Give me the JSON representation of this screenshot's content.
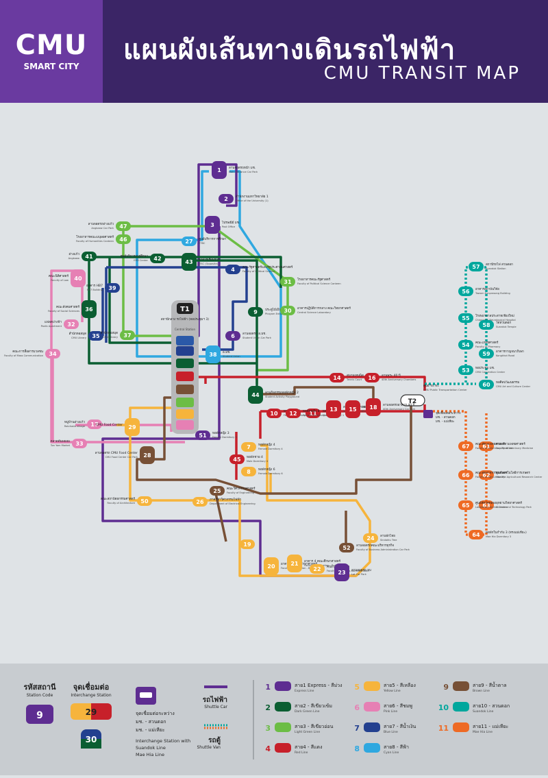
{
  "header": {
    "logo": "CMU",
    "logo_sub": "SMART CITY",
    "title_th": "แผนผังเส้นทางเดินรถไฟฟ้า",
    "title_en": "CMU TRANSIT MAP"
  },
  "hubs": {
    "t1": {
      "code": "T1",
      "name": "สถานีกลาง รถไฟฟ้า (หอประชุมฯ 3)",
      "en": "Central Station"
    },
    "t2": {
      "code": "T2",
      "name": "ศูนย์ รถ.รถ.",
      "en": "CMU Public Transportation Center"
    }
  },
  "stations": [
    {
      "n": "1",
      "c": "#5e2d91",
      "name": "ลานจอดรถหน้า มช.",
      "en": "Main Entrance Car Park"
    },
    {
      "n": "2",
      "c": "#5e2d91",
      "name": "สำนักงานมหาวิทยาลัย 1",
      "en": "Office of the University (1)"
    },
    {
      "n": "3",
      "c": "#5e2d91",
      "name": "ไปรษณีย์ มช.",
      "en": "Post Office"
    },
    {
      "n": "4",
      "c": "#23408f",
      "name": "คณะรัฐศาสตร์และรัฐประศาสนศาสตร์",
      "en": "Faculty of Political Science"
    },
    {
      "n": "6",
      "c": "#5e2d91",
      "name": "ลานจอดรถ อ.มช.",
      "en": "Student Union Car Park"
    },
    {
      "n": "7",
      "c": "#f6b43c",
      "name": "หอพักหญิง 4",
      "en": "Female Dormitory 4"
    },
    {
      "n": "8",
      "c": "#f6b43c",
      "name": "หอพักหญิง 6",
      "en": "Female Dormitory 6"
    },
    {
      "n": "9",
      "c": "#0b5e32",
      "name": "ประตูไม้เมิน",
      "en": "Phayom Entrance"
    },
    {
      "n": "10",
      "c": "#c7202a",
      "name": "หอพักหญิง 5",
      "en": "Female Dormitory 5"
    },
    {
      "n": "11",
      "c": "#c7202a",
      "name": "หอพักชาย 1",
      "en": "Male Dormitory 1"
    },
    {
      "n": "12",
      "c": "#c7202a",
      "name": "หอพักหญิง 8",
      "en": "Female Dormitory 8"
    },
    {
      "n": "13",
      "c": "#c7202a",
      "name": "สนามบาสเกตบอล",
      "en": "Volleyball Court"
    },
    {
      "n": "14",
      "c": "#c7202a",
      "name": "สนามเทนนิส",
      "en": "Tennis Court"
    },
    {
      "n": "15",
      "c": "#c7202a",
      "name": "หอพักเชียงรุ้ง",
      "en": "Rice Terraces"
    },
    {
      "n": "16",
      "c": "#c7202a",
      "name": "ลานพระ 40 ปี",
      "en": "40th Anniversary Chambers"
    },
    {
      "n": "17",
      "c": "#e680b4",
      "name": "หมู่บ้านอ่างแก้ว",
      "en": "Ratchada Village"
    },
    {
      "n": "18",
      "c": "#c7202a",
      "name": "ลานจอดรถอาคาร 40 ปี",
      "en": "40th Anniversary Car Park"
    },
    {
      "n": "19",
      "c": "#f6b43c",
      "name": "",
      "en": ""
    },
    {
      "n": "20",
      "c": "#f6b43c",
      "name": "อาคาร 1 คณะศึกษาศาสตร์",
      "en": "Faculty of Education - Building 1"
    },
    {
      "n": "21",
      "c": "#f6b43c",
      "name": "อาคาร 4 คณะศึกษาศาสตร์",
      "en": "Faculty of Education - Building 4"
    },
    {
      "n": "22",
      "c": "#f6b43c",
      "name": "คณะบริหารธุรกิจ",
      "en": "Faculty of Business Administration"
    },
    {
      "n": "23",
      "c": "#5e2d91",
      "name": "ลานจอดรถ ธบ",
      "en": "Lot Car Park"
    },
    {
      "n": "24",
      "c": "#f6b43c",
      "name": "ลานพักไทย",
      "en": "Sindaktu Tree"
    },
    {
      "n": "25",
      "c": "#775036",
      "name": "คณะวิศวกรรมศาสตร์",
      "en": "Faculty of Engineering"
    },
    {
      "n": "26",
      "c": "#f6b43c",
      "name": "ภาควิชาวิศวกรรมไฟฟ้า",
      "en": "Department of Electrical Engineering"
    },
    {
      "n": "27",
      "c": "#2fa8e0",
      "name": "ศูนย์บริการการศึกษา",
      "en": "ETBC"
    },
    {
      "n": "28",
      "c": "#775036",
      "name": "ลานจอดรถ CMU Food Center",
      "en": "CMU Food Center Car Park"
    },
    {
      "n": "29",
      "c": "#f6b43c",
      "name": "CMU Food Center",
      "en": ""
    },
    {
      "n": "30",
      "c": "#6cbd45",
      "name": "อาคารปฏิบัติการกลาง คณะวิทยาศาสตร์",
      "en": "Central Science Laboratory"
    },
    {
      "n": "31",
      "c": "#6cbd45",
      "name": "โรงอาหารคณะรัฐศาสตร์",
      "en": "Faculty of Political Science Canteen"
    },
    {
      "n": "32",
      "c": "#e680b4",
      "name": "แฟลตปางฟ้า",
      "en": "Panfa Apartment"
    },
    {
      "n": "33",
      "c": "#e680b4",
      "name": "ตลาดต้นพยอม",
      "en": "Ton Yom Market"
    },
    {
      "n": "34",
      "c": "#e680b4",
      "name": "คณะการสื่อสารมวลชน",
      "en": "Faculty of Mass Communication"
    },
    {
      "n": "35",
      "c": "#23408f",
      "name": "สำนักหอสมุด",
      "en": "CMU Library"
    },
    {
      "n": "36",
      "c": "#0b5e32",
      "name": "คณะสังคมศาสตร์",
      "en": "Faculty of Social Sciences"
    },
    {
      "n": "37",
      "c": "#6cbd45",
      "name": "สำนักหอสมุด",
      "en": "CMU Library"
    },
    {
      "n": "38",
      "c": "#2fa8e0",
      "name": "อ.มช.",
      "en": "Student Union"
    },
    {
      "n": "39",
      "c": "#23408f",
      "name": "อาคาร HB7",
      "en": "HB7 Building"
    },
    {
      "n": "40",
      "c": "#e680b4",
      "name": "คณะนิติศาสตร์",
      "en": "Faculty of Law"
    },
    {
      "n": "41",
      "c": "#0b5e32",
      "name": "อ่างแก้ว",
      "en": "Angkaew"
    },
    {
      "n": "42",
      "c": "#0b5e32",
      "name": "ศูนย์บริการการศึกษา",
      "en": "ERD Center"
    },
    {
      "n": "43",
      "c": "#0b5e32",
      "name": "อาคารเรียนรวม",
      "en": "ITSC (Opposite)"
    },
    {
      "n": "44",
      "c": "#0b5e32",
      "name": "ลานกิจกรรมหอพักหญิง 2",
      "en": "Student Activity Playground"
    },
    {
      "n": "45",
      "c": "#c7202a",
      "name": "หอพักชาย 4",
      "en": "Male Dormitory 4"
    },
    {
      "n": "46",
      "c": "#6cbd45",
      "name": "โรงอาหารคณะมนุษยศาสตร์",
      "en": "Faculty of Humanities Canteen"
    },
    {
      "n": "47",
      "c": "#6cbd45",
      "name": "ลานจอดรถอ่างแก้ว",
      "en": "Angkaew Car Park"
    },
    {
      "n": "50",
      "c": "#f6b43c",
      "name": "คณะสถาปัตยกรรมศาสตร์",
      "en": "Faculty of Architecture"
    },
    {
      "n": "51",
      "c": "#5e2d91",
      "name": "หอพักหญิง 3",
      "en": "Female Dormitory 3"
    },
    {
      "n": "52",
      "c": "#775036",
      "name": "ลานจอดรถคณะบริหารธุรกิจ",
      "en": "Faculty of Business Administration Car Park"
    },
    {
      "n": "53",
      "c": "#00a79d",
      "name": "หอประชุม มช.",
      "en": "CMU Convention Center"
    },
    {
      "n": "54",
      "c": "#00a79d",
      "name": "คณะเภสัชศาสตร์",
      "en": "Faculty of Pharmacy"
    },
    {
      "n": "55",
      "c": "#00a79d",
      "name": "โรงพยาบาลประสาทเชียงใหม่",
      "en": "Chiangmai Neurological Hospital"
    },
    {
      "n": "56",
      "c": "#00a79d",
      "name": "อาคารสถาบันวิจัย",
      "en": "Taworn Kunprasong Building"
    },
    {
      "n": "57",
      "c": "#00a79d",
      "name": "สถานีรถไฟ สวนดอก",
      "en": "Suandok Station"
    },
    {
      "n": "58",
      "c": "#00a79d",
      "name": "วัดสวนดอก",
      "en": "Suandok Temple"
    },
    {
      "n": "59",
      "c": "#00a79d",
      "name": "อาคารกาญจนาภิเษก",
      "en": "Kongkhot Road"
    },
    {
      "n": "60",
      "c": "#00a79d",
      "name": "หอศิลปวัฒนธรรม",
      "en": "CMU Art and Culture Center"
    },
    {
      "n": "61",
      "c": "#ee6a24",
      "name": "คณะสัตวแพทยศาสตร์",
      "en": "Faculty of Veterinary Medicine"
    },
    {
      "n": "62",
      "c": "#ee6a24",
      "name": "ศูนย์เทคโนโลยีการเกษตร",
      "en": "Mae Hia Agricultural Research Center"
    },
    {
      "n": "63",
      "c": "#ee6a24",
      "name": "อุทยานวิทยาศาสตร์",
      "en": "Science and Technology Park"
    },
    {
      "n": "64",
      "c": "#ee6a24",
      "name": "หอพักในกำกับ 3 (ทรงแม่เหียะ)",
      "en": "Mae Hia Dormitory 3"
    },
    {
      "n": "65",
      "c": "#ee6a24",
      "name": "ศูนย์สัตว์ทดลอง",
      "en": "Laboratory Animal Center"
    },
    {
      "n": "66",
      "c": "#ee6a24",
      "name": "คณะอุตสาหกรรมเกษตร",
      "en": "Faculty of Agro-Industry"
    },
    {
      "n": "67",
      "c": "#ee6a24",
      "name": "คณะสัตวแพทยศาสตร์",
      "en": "Faculty of Veterinary Medicine"
    }
  ],
  "legend": {
    "station_code_th": "รหัสสถานี",
    "station_code_en": "Station Code",
    "station_code_sample": "9",
    "interchange_th": "จุดเชื่อมต่อ",
    "interchange_en": "Interchange Station",
    "interchange_sample_a": "29",
    "interchange_sample_b": "30",
    "suandok_th1": "จุดเชื่อมต่อระหว่าง",
    "suandok_th2": "มช. - สวนดอก",
    "suandok_th3": "มช. - แม่เหียะ",
    "suandok_en1": "Interchange Station with",
    "suandok_en2": "Suandok Line",
    "suandok_en3": "Mae Hia Line",
    "shuttle_car_th": "รถไฟฟ้า",
    "shuttle_car_en": "Shuttle Car",
    "shuttle_van_th": "รถตู้",
    "shuttle_van_en": "Shuttle Van",
    "lines": [
      {
        "n": "1",
        "c": "#5e2d91",
        "th": "สาย1 Express - สีม่วง",
        "en": "Express Line"
      },
      {
        "n": "2",
        "c": "#0b5e32",
        "th": "สาย2 - สีเขียวเข้ม",
        "en": "Dark Green Line"
      },
      {
        "n": "3",
        "c": "#6cbd45",
        "th": "สาย3 - สีเขียวอ่อน",
        "en": "Light Green Line"
      },
      {
        "n": "4",
        "c": "#c7202a",
        "th": "สาย4 - สีแดง",
        "en": "Red Line"
      },
      {
        "n": "5",
        "c": "#f6b43c",
        "th": "สาย5 - สีเหลือง",
        "en": "Yellow Line"
      },
      {
        "n": "6",
        "c": "#e680b4",
        "th": "สาย6 - สีชมพู",
        "en": "Pink Line"
      },
      {
        "n": "7",
        "c": "#23408f",
        "th": "สาย7 - สีน้ำเงิน",
        "en": "Blue Line"
      },
      {
        "n": "8",
        "c": "#2fa8e0",
        "th": "สาย8 - สีฟ้า",
        "en": "Cyan Line"
      },
      {
        "n": "9",
        "c": "#775036",
        "th": "สาย9 - สีน้ำตาล",
        "en": "Brown Line"
      },
      {
        "n": "10",
        "c": "#00a79d",
        "th": "สาย10 - สวนดอก",
        "en": "Suandok Line"
      },
      {
        "n": "11",
        "c": "#ee6a24",
        "th": "สาย11 - แม่เหียะ",
        "en": "Mae Hia Line"
      }
    ]
  }
}
